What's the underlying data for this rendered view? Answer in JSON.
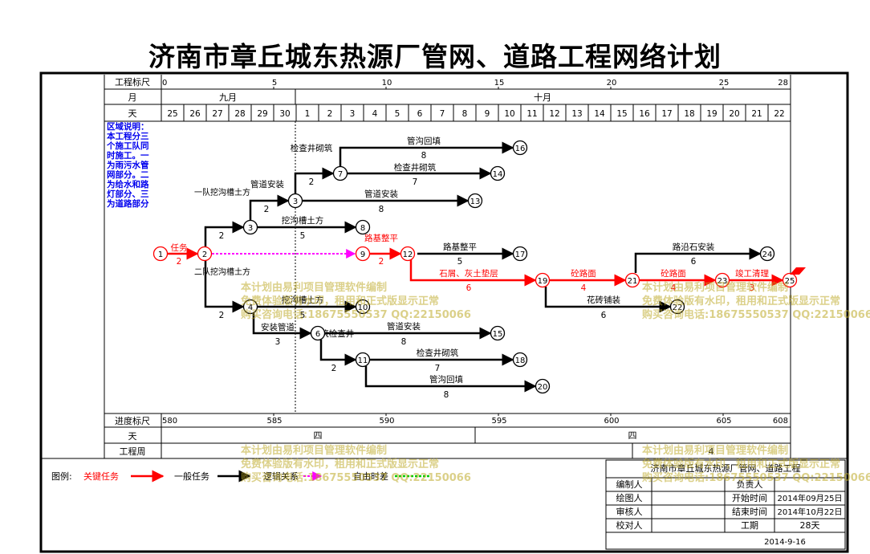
{
  "title": "济南市章丘城东热源厂管网、道路工程网络计划",
  "scale_top": {
    "label_ruler": "工程标尺",
    "label_month": "月",
    "label_day": "天",
    "ruler_ticks": [
      "0",
      "5",
      "10",
      "15",
      "20",
      "25",
      "28"
    ],
    "months": [
      "九月",
      "十月"
    ],
    "days": [
      "25",
      "26",
      "27",
      "28",
      "29",
      "30",
      "1",
      "2",
      "3",
      "4",
      "5",
      "6",
      "7",
      "8",
      "9",
      "10",
      "11",
      "12",
      "13",
      "14",
      "15",
      "16",
      "17",
      "18",
      "19",
      "20",
      "21",
      "22"
    ]
  },
  "scale_bottom": {
    "label_progress": "进度标尺",
    "label_day": "天",
    "label_week": "工程周",
    "progress_ticks": [
      "580",
      "585",
      "590",
      "595",
      "600",
      "605",
      "608"
    ],
    "weekdays": [
      "四",
      "四"
    ],
    "week_numbers": [
      "4"
    ]
  },
  "region_note": "区域说明：本工程分三个施工队同时施工。一为雨污水管网部分。二为给水和路灯部分、三为道路部分",
  "nodes": [
    "1",
    "2",
    "3",
    "3",
    "4",
    "6",
    "7",
    "8",
    "9",
    "10",
    "11",
    "12",
    "13",
    "14",
    "15",
    "16",
    "17",
    "18",
    "19",
    "20",
    "21",
    "22",
    "23",
    "24",
    "25"
  ],
  "tasks": {
    "t1": {
      "name": "任务",
      "dur": "2"
    },
    "t_team1": {
      "name": "一队挖沟槽土方",
      "dur": "2"
    },
    "t_pipe_install_a": {
      "name": "管道安装",
      "dur": "2"
    },
    "t_well_a": {
      "name": "检查井砌筑",
      "dur": "2"
    },
    "t_backfill_a": {
      "name": "管沟回填",
      "dur": "8"
    },
    "t_well_b": {
      "name": "检查井砌筑",
      "dur": "7"
    },
    "t_pipe_b": {
      "name": "管道安装",
      "dur": "8"
    },
    "t_trench_c": {
      "name": "挖沟槽土方",
      "dur": "5"
    },
    "t_roadbed": {
      "name": "路基整平",
      "dur": "2"
    },
    "t_roadbed2": {
      "name": "路基整平",
      "dur": "5"
    },
    "t_subbase": {
      "name": "石屑、灰土垫层",
      "dur": "6"
    },
    "t_concrete": {
      "name": "砼路面",
      "dur": "4"
    },
    "t_curb": {
      "name": "路沿石安装",
      "dur": "6"
    },
    "t_concrete2": {
      "name": "砼路面",
      "dur": "4"
    },
    "t_finish": {
      "name": "竣工清理",
      "dur": "3"
    },
    "t_brick": {
      "name": "花砖铺装",
      "dur": "6"
    },
    "t_team2": {
      "name": "二队挖沟槽土方",
      "dur": "2"
    },
    "t_trench_d": {
      "name": "挖沟槽土方",
      "dur": "5"
    },
    "t_pipe_d": {
      "name": "安装管道",
      "dur": "3"
    },
    "t_pipe_e": {
      "name": "管道安装",
      "dur": "8"
    },
    "t_well_e": {
      "name": "砌筑检查井",
      "dur": "2"
    },
    "t_well_f": {
      "name": "检查井砌筑",
      "dur": "7"
    },
    "t_backfill_f": {
      "name": "管沟回填",
      "dur": "8"
    }
  },
  "legend": {
    "label": "图例:",
    "critical": "关键任务",
    "normal": "一般任务",
    "logic": "逻辑关系",
    "float": "自由时差"
  },
  "title_block": {
    "project": "济南市章丘城东热源厂管网、道路工程",
    "preparer": "编制人",
    "responsible": "负责人",
    "drawer": "绘图人",
    "start_label": "开始时间",
    "start_value": "2014年09月25日",
    "reviewer": "审核人",
    "end_label": "结束时间",
    "end_value": "2014年10月22日",
    "checker": "校对人",
    "period_label": "工期",
    "period_value": "28天",
    "print_date": "2014-9-16"
  },
  "watermark": {
    "line1": "本计划由易利项目管理软件编制",
    "line2": "免费体验版有水印，租用和正式版显示正常",
    "line3": "购买咨询电话:18675550537 QQ:22150066"
  },
  "colors": {
    "critical": "#ff0000",
    "normal": "#000000",
    "logic": "#000000",
    "float_critical": "#ff00ff",
    "float_normal": "#00cc00",
    "note": "#0000ee"
  }
}
